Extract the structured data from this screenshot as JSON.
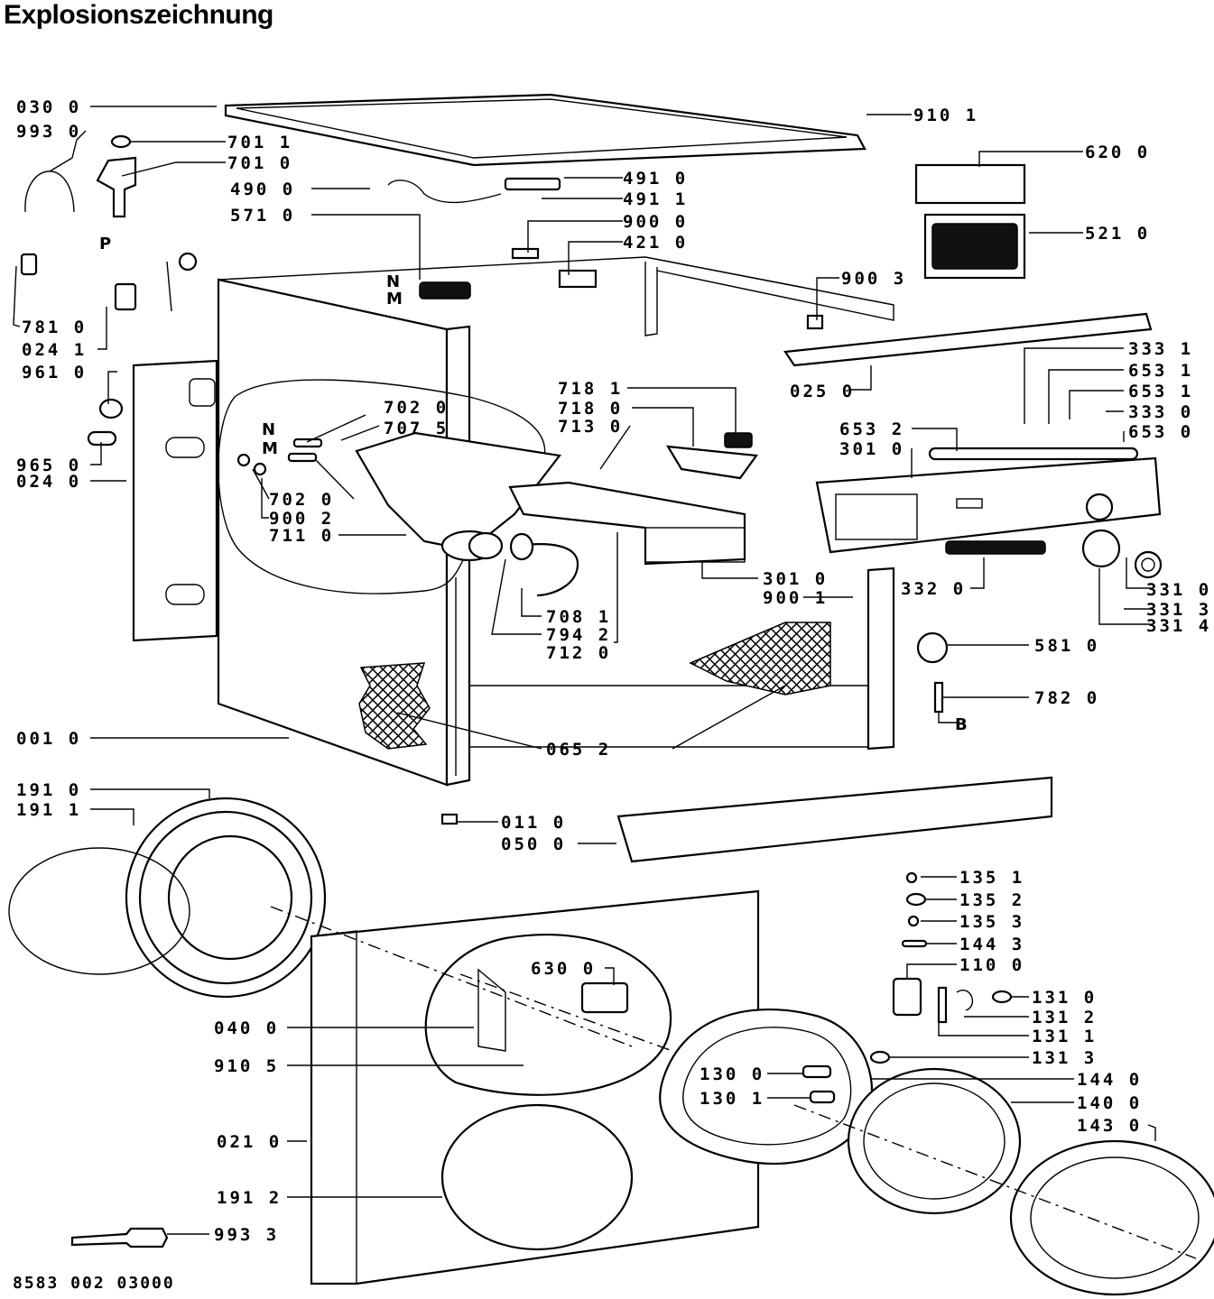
{
  "title": "Explosionszeichnung",
  "footer_code": "8583 002 03000",
  "markers": {
    "N1": "N",
    "M1": "M",
    "N2": "N",
    "M2": "M",
    "P": "P",
    "B": "B"
  },
  "labels": [
    "030 0",
    "993 0",
    "701 1",
    "701 0",
    "490 0",
    "571 0",
    "491 0",
    "491 1",
    "900 0",
    "421 0",
    "910 1",
    "620 0",
    "521 0",
    "900 3",
    "781 0",
    "024 1",
    "961 0",
    "965 0",
    "024 0",
    "702 0",
    "707 5",
    "702 0",
    "900 2",
    "711 0",
    "718 1",
    "718 0",
    "713 0",
    "333 1",
    "653 1",
    "653 1",
    "333 0",
    "653 0",
    "653 2",
    "301 0",
    "025 0",
    "301 0",
    "900 1",
    "332 0",
    "331 0",
    "331 3",
    "331 4",
    "708 1",
    "794 2",
    "712 0",
    "581 0",
    "782 0",
    "001 0",
    "065 2",
    "191 0",
    "191 1",
    "011 0",
    "050 0",
    "135 1",
    "135 2",
    "135 3",
    "144 3",
    "110 0",
    "630 0",
    "131 0",
    "131 2",
    "131 1",
    "131 3",
    "040 0",
    "910 5",
    "130 0",
    "130 1",
    "144 0",
    "140 0",
    "143 0",
    "021 0",
    "191 2",
    "993 3"
  ]
}
